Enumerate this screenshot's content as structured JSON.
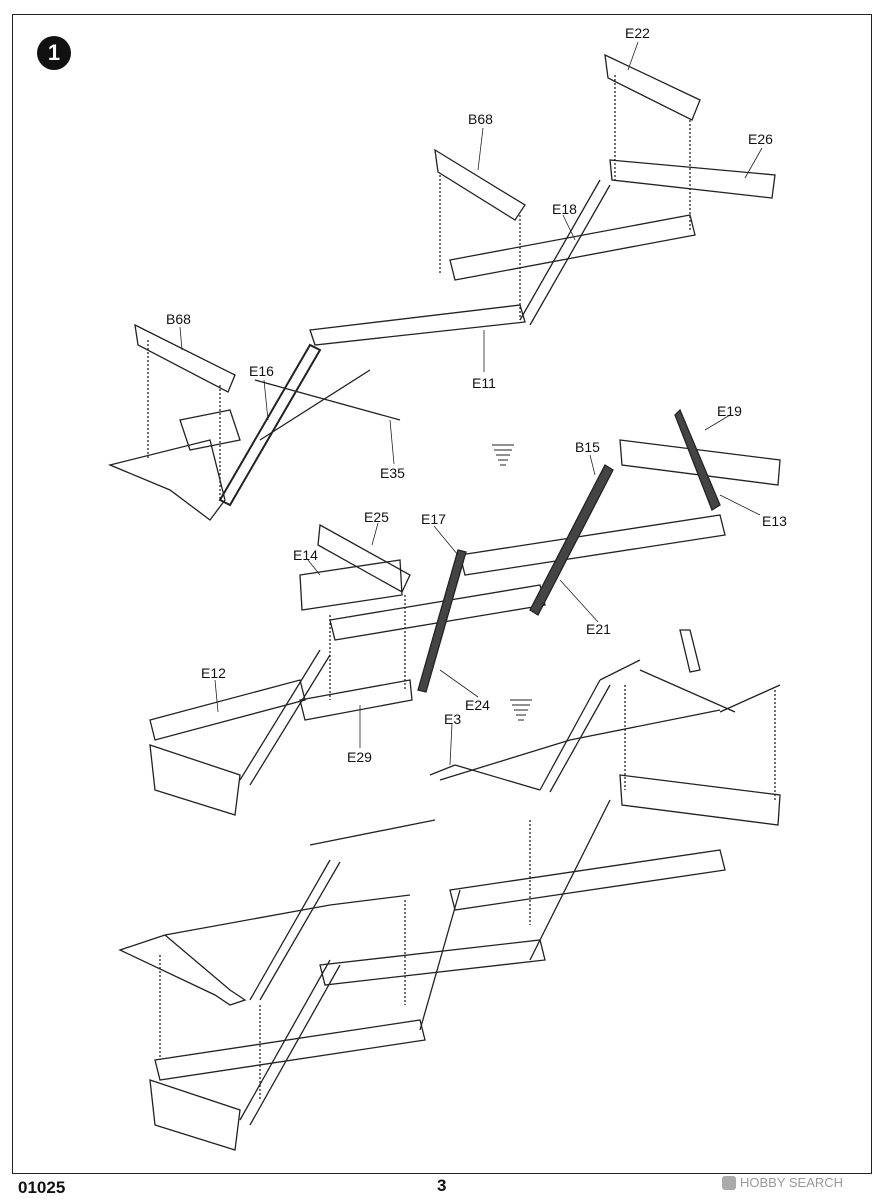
{
  "step": {
    "number": "1"
  },
  "part_labels": {
    "e22": "E22",
    "b68_top": "B68",
    "e26": "E26",
    "e18": "E18",
    "b68_left": "B68",
    "e16": "E16",
    "e11": "E11",
    "e35": "E35",
    "e19": "E19",
    "b15": "B15",
    "e13": "E13",
    "e25": "E25",
    "e17": "E17",
    "e14": "E14",
    "e21": "E21",
    "e12": "E12",
    "e24": "E24",
    "e3": "E3",
    "e29": "E29"
  },
  "footer": {
    "catalog_number": "01025",
    "page_number": "3"
  },
  "watermark": {
    "text": "HOBBY SEARCH"
  }
}
